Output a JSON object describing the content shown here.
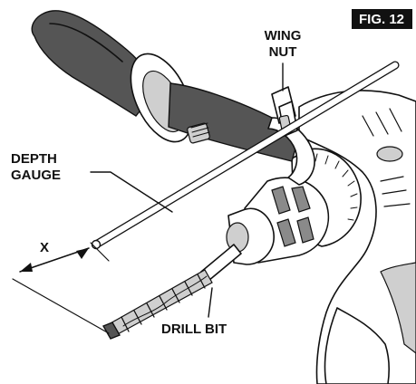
{
  "figure": {
    "badge": "FIG. 12",
    "labels": {
      "wing_nut_line1": "WING",
      "wing_nut_line2": "NUT",
      "depth_gauge_line1": "DEPTH",
      "depth_gauge_line2": "GAUGE",
      "x": "X",
      "drill_bit": "DRILL BIT"
    }
  },
  "colors": {
    "badge_bg": "#111111",
    "line": "#111111",
    "handle_dark": "#555555"
  }
}
